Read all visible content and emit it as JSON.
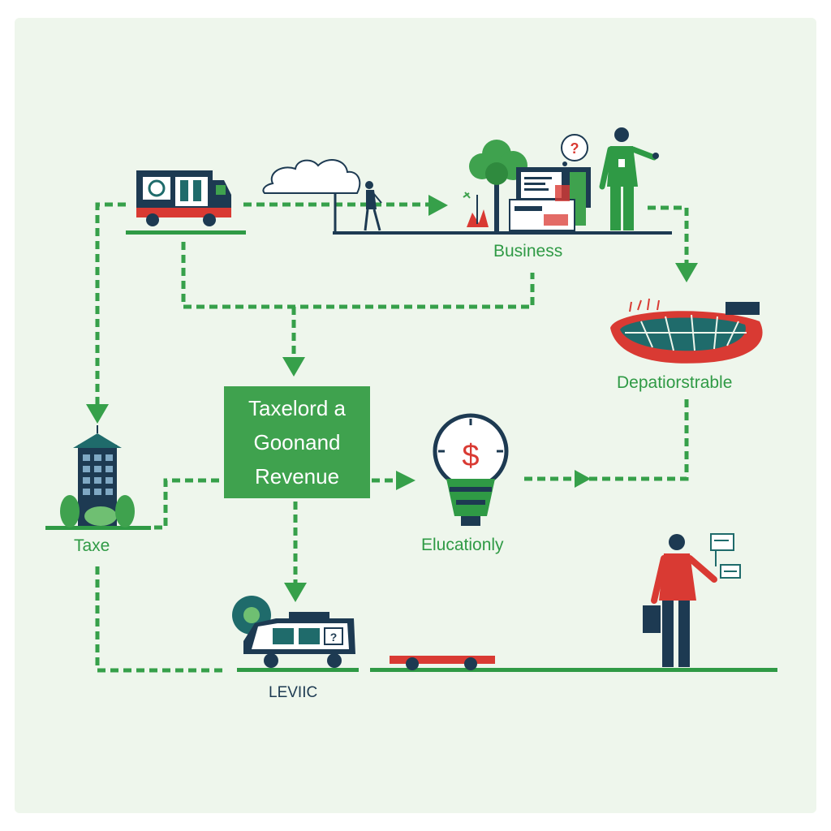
{
  "colors": {
    "accent_green": "#3fa24e",
    "dashed_green": "#36a04a",
    "navy": "#1d3a52",
    "teal": "#1f6b6b",
    "red": "#d93a33",
    "background": "#eef6ec"
  },
  "nodes": {
    "center": {
      "lines": [
        "Taxelord a",
        "Goonand",
        "Revenue"
      ]
    },
    "business": {
      "label": "Business"
    },
    "stadium": {
      "label": "Depatiorstrable"
    },
    "bulb": {
      "label": "Elucationly",
      "symbol": "$"
    },
    "building": {
      "label": "Taxe"
    },
    "bus": {
      "label": "LEVIIC",
      "badge": "?"
    },
    "thought_bubble": {
      "symbol": "?"
    }
  },
  "icons": [
    "delivery-truck-icon",
    "cloud-icon",
    "walking-person-icon",
    "tree-icon",
    "office-desk-icon",
    "worker-icon",
    "stadium-icon",
    "office-building-icon",
    "lightbulb-dollar-icon",
    "bus-icon",
    "cart-icon",
    "businessman-icon",
    "floating-screens-icon"
  ]
}
